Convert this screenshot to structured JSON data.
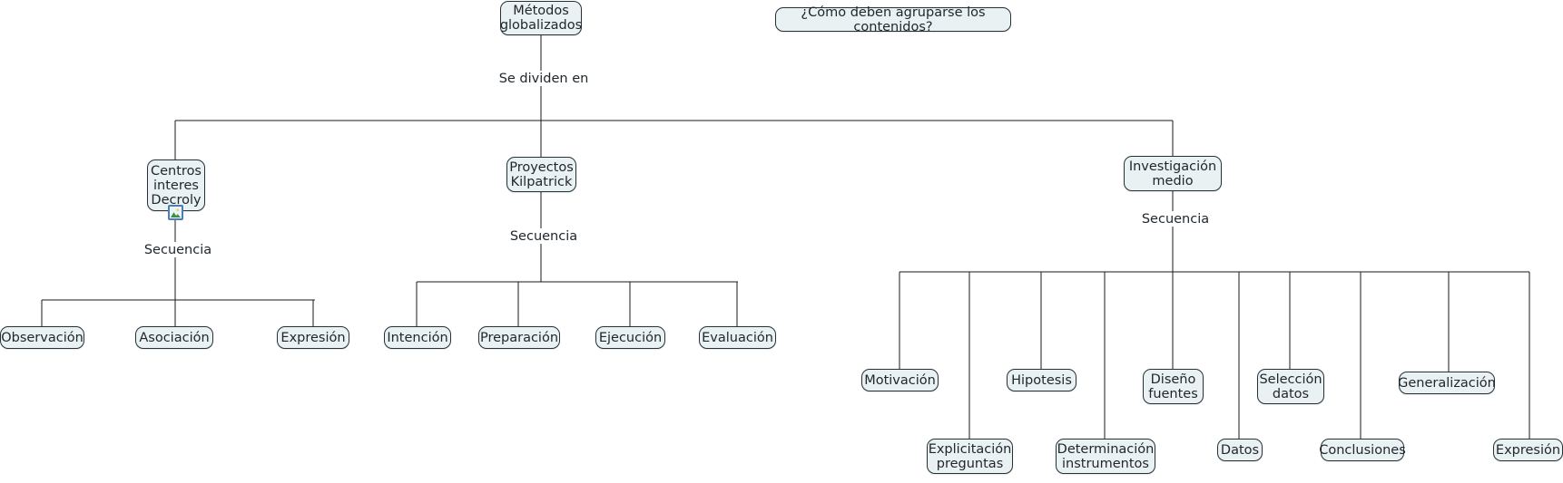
{
  "diagram": {
    "type": "concept-map",
    "title_node": "Métodos\nglobalizados",
    "question_note": "¿Cómo deben agruparse los contenidos?",
    "link_labels": {
      "root": "Se dividen en",
      "decroly": "Secuencia",
      "kilpatrick": "Secuencia",
      "investigacion": "Secuencia"
    },
    "branches": [
      {
        "id": "decroly",
        "label": "Centros\ninteres\nDecroly",
        "has_image_badge": true,
        "link_label": "Secuencia",
        "children": [
          "Observación",
          "Asociación",
          "Expresión"
        ]
      },
      {
        "id": "kilpatrick",
        "label": "Proyectos\nKilpatrick",
        "has_image_badge": false,
        "link_label": "Secuencia",
        "children": [
          "Intención",
          "Preparación",
          "Ejecución",
          "Evaluación"
        ]
      },
      {
        "id": "investigacion",
        "label": "Investigación\nmedio",
        "has_image_badge": false,
        "link_label": "Secuencia",
        "children": [
          "Motivación",
          "Explicitación\npreguntas",
          "Hipotesis",
          "Determinación\ninstrumentos",
          "Diseño\nfuentes",
          "Datos",
          "Selección\ndatos",
          "Conclusiones",
          "Generalización",
          "Expresión"
        ]
      }
    ]
  },
  "nodes": {
    "root": "Métodos\nglobalizados",
    "note": "¿Cómo deben agruparse los contenidos?",
    "decroly": "Centros\ninteres\nDecroly",
    "kilpatrick": "Proyectos\nKilpatrick",
    "investigacion": "Investigación\nmedio",
    "observacion": "Observación",
    "asociacion": "Asociación",
    "expresion": "Expresión",
    "intencion": "Intención",
    "preparacion": "Preparación",
    "ejecucion": "Ejecución",
    "evaluacion": "Evaluación",
    "motivacion": "Motivación",
    "explicitacion": "Explicitación\npreguntas",
    "hipotesis": "Hipotesis",
    "determinacion": "Determinación\ninstrumentos",
    "diseno": "Diseño\nfuentes",
    "datos": "Datos",
    "seleccion": "Selección\ndatos",
    "conclusiones": "Conclusiones",
    "generalizacion": "Generalización",
    "expresion2": "Expresión"
  },
  "labels": {
    "se_dividen_en": "Se dividen en",
    "secuencia_1": "Secuencia",
    "secuencia_2": "Secuencia",
    "secuencia_3": "Secuencia"
  },
  "colors": {
    "node_fill": "#eaf1f3",
    "node_border": "#26323a",
    "edge": "#1a1a1a",
    "text": "#20282e",
    "badge_border": "#4a7ebb",
    "background": "#ffffff"
  }
}
